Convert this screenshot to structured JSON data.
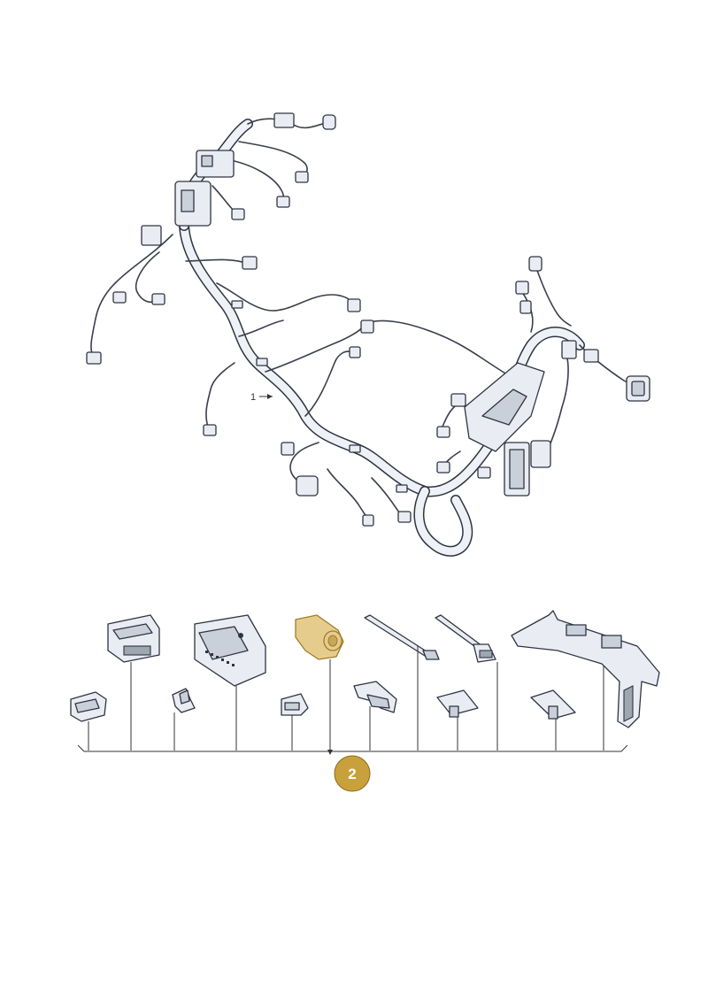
{
  "diagram": {
    "callouts": [
      {
        "id": "1",
        "label": "1"
      },
      {
        "id": "2",
        "label": "2"
      }
    ],
    "badge_color": "#c9a13c",
    "highlight_color": "#e6cc8c",
    "line_color": "#2f3440"
  }
}
